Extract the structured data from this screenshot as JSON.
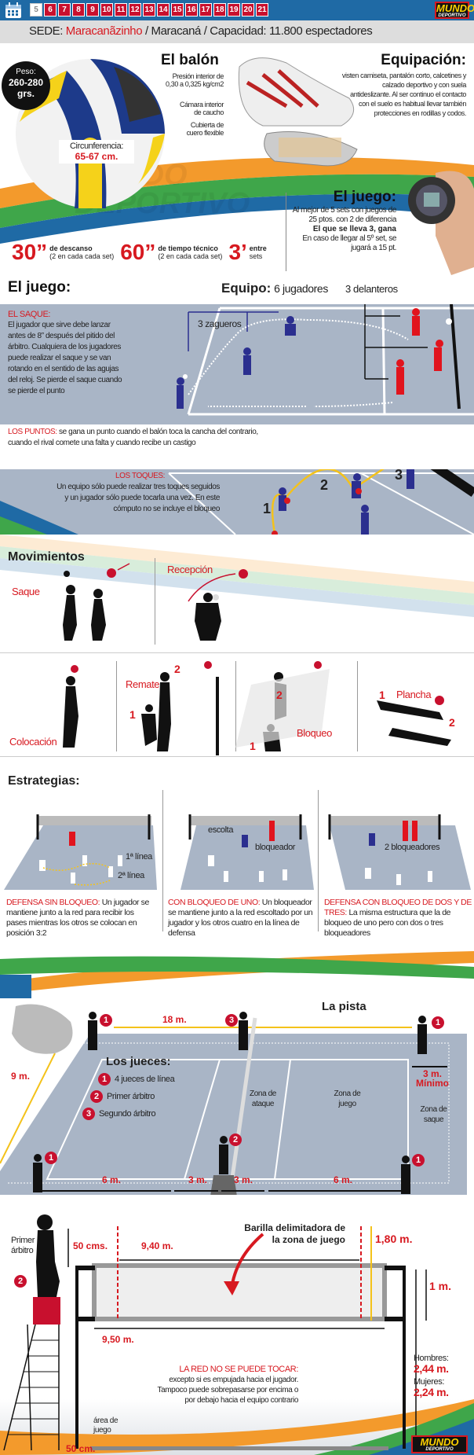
{
  "header": {
    "calendar_icon": "calendar-icon",
    "days": [
      "5",
      "6",
      "7",
      "8",
      "9",
      "10",
      "11",
      "12",
      "13",
      "14",
      "15",
      "16",
      "17",
      "18",
      "19",
      "20",
      "21"
    ],
    "logo": {
      "line1": "MUNDO",
      "line2": "DEPORTIVO"
    },
    "sede_label": "SEDE:",
    "sede_main": "Maracanãzinho",
    "sede_rest": "/ Maracaná  / Capacidad: 11.800 espectadores"
  },
  "colors": {
    "blue": "#1f6aa5",
    "red": "#d71920",
    "court": "#a9b5c6",
    "orange": "#f39a2c",
    "green": "#3fa64a",
    "yellow": "#f4c21a",
    "team_blue": "#2b2f8f"
  },
  "balon": {
    "title": "El balón",
    "peso_label": "Peso:",
    "peso_value": "260-280",
    "peso_unit": "grs.",
    "presion": "Presión interior de 0,30 a 0,325 kg/cm2",
    "camara": "Cámara interior de caucho",
    "cubierta": "Cubierta de cuero flexible",
    "circ_label": "Circunferencia:",
    "circ_value": "65-67 cm."
  },
  "equipacion": {
    "title": "Equipación:",
    "text": "visten camiseta, pantalón corto, calcetines y calzado deportivo y con suela antideslizante. Al ser continuo el contacto con el suelo es habitual llevar también protecciones en rodillas y codos."
  },
  "tiempos": [
    {
      "value": "30”",
      "label": "de descanso",
      "sub": "(2 en cada cada set)"
    },
    {
      "value": "60”",
      "label": "de tiempo técnico",
      "sub": "(2 en cada cada set)"
    },
    {
      "value": "3’",
      "label": "entre",
      "sub": "sets"
    }
  ],
  "juego_box": {
    "title": "El juego:",
    "line1": "Al mejor de 5 sets con juegos de 25 ptos. con 2 de diferencia",
    "line2": "El que se lleva 3, gana",
    "line3": "En caso de llegar al 5º set, se jugará a 15 pt."
  },
  "juego": {
    "title": "El juego:",
    "equipo_label": "Equipo:",
    "equipo_value": "6 jugadores",
    "delanteros": "3 delanteros",
    "zagueros": "3 zagueros",
    "saque_title": "EL SAQUE:",
    "saque_text": "El jugador que sirve debe lanzar antes de 8” después del pitido del árbitro. Cualquiera de los jugadores puede realizar el saque y se van rotando en el sentido de las agujas del reloj. Se pierde el saque cuando se pierde el punto",
    "puntos_title": "LOS PUNTOS:",
    "puntos_text": "se gana un punto cuando el balón toca la cancha del contrario, cuando el rival comete una falta y cuando recibe un castigo",
    "toques_title": "LOS TOQUES:",
    "toques_text": "Un equipo sólo puede realizar tres toques seguidos y un jugador sólo puede tocarla una vez. En este cómputo no se incluye el bloqueo",
    "touch_numbers": [
      "1",
      "2",
      "3"
    ]
  },
  "movimientos": {
    "title": "Movimientos",
    "items": [
      "Saque",
      "Recepción",
      "Colocación",
      "Remate",
      "Bloqueo",
      "Plancha"
    ],
    "step_numbers": [
      "1",
      "2"
    ]
  },
  "estrategias": {
    "title": "Estrategias:",
    "labels": {
      "linea1": "1ª línea",
      "linea2": "2ª línea",
      "escolta": "escolta",
      "bloqueador": "bloqueador",
      "bloqueadores": "2 bloqueadores"
    },
    "items": [
      {
        "title": "DEFENSA SIN BLOQUEO:",
        "text": "Un jugador se mantiene junto a la red para recibir los pases mientras los otros se colocan en posición 3:2"
      },
      {
        "title": "CON BLOQUEO DE UNO:",
        "text": "Un bloqueador se mantiene junto a la red escoltado por un jugador y los otros cuatro en la línea de defensa"
      },
      {
        "title": "DEFENSA CON BLOQUEO DE DOS Y DE TRES:",
        "text": "La misma estructura que la de bloqueo de uno pero con dos o tres bloqueadores"
      }
    ]
  },
  "pista": {
    "title": "La pista",
    "largo": "18 m.",
    "ancho": "9 m.",
    "margen": "3 m.",
    "margen_sub": "Mínimo",
    "jueces_title": "Los jueces:",
    "jueces": [
      {
        "n": "1",
        "label": "4 jueces de línea"
      },
      {
        "n": "2",
        "label": "Primer árbitro"
      },
      {
        "n": "3",
        "label": "Segundo árbitro"
      }
    ],
    "zona_ataque": "Zona de ataque",
    "zona_juego": "Zona de juego",
    "zona_saque": "Zona de saque",
    "tramos": [
      "6 m.",
      "3 m.",
      "3 m.",
      "6 m."
    ]
  },
  "red": {
    "primer_arbitro": "Primer árbitro",
    "arbitro_num": "2",
    "cms50": "50 cms.",
    "ancho_interior": "9,40 m.",
    "ancho_total": "9,50 m.",
    "barilla": "Barilla delimitadora de la zona de juego",
    "barilla_alto": "1,80 m.",
    "alto_red": "1 m.",
    "hombres_label": "Hombres:",
    "hombres_value": "2,44 m.",
    "mujeres_label": "Mujeres:",
    "mujeres_value": "2,24 m.",
    "aviso_title": "LA RED NO SE PUEDE TOCAR:",
    "aviso_text": "excepto si es empujada hacia el jugador. Tampoco puede sobrepasarse por encima o por debajo hacia el equipo contrario",
    "area_juego": "área de juego",
    "cm50": "50 cm."
  },
  "watermark": {
    "line1": "MUNDO",
    "line2": "DEPORTIVO"
  }
}
